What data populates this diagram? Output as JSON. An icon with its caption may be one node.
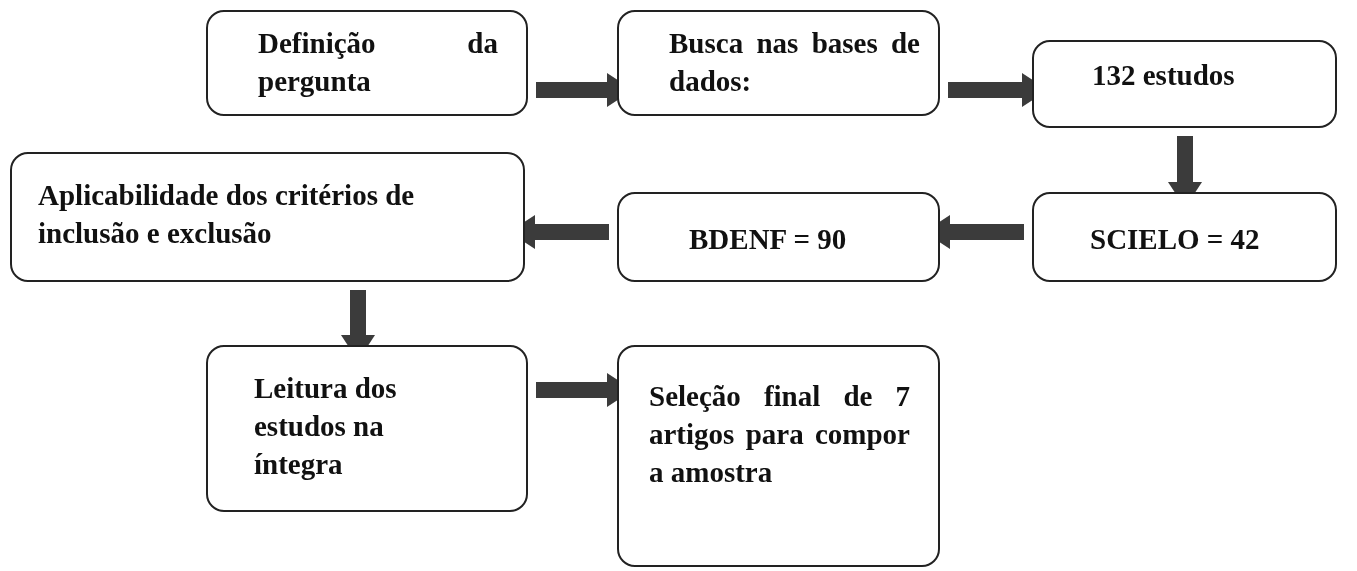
{
  "diagram": {
    "nodes": [
      {
        "text": [
          "Definição da pergunta"
        ]
      },
      {
        "text": [
          "Busca nas bases de dados:"
        ]
      },
      {
        "text": [
          "132 estudos"
        ]
      },
      {
        "text": [
          "SCIELO = 42"
        ]
      },
      {
        "text": [
          "BDENF = 90"
        ]
      },
      {
        "text": [
          "Aplicabilidade dos critérios de inclusão e exclusão"
        ]
      },
      {
        "text": [
          "Leitura dos estudos na íntegra"
        ]
      },
      {
        "text": [
          "Seleção final de 7 artigos para compor a amostra"
        ]
      }
    ],
    "edges": [
      {
        "from": 0,
        "to": 1,
        "arrow": "to"
      },
      {
        "from": 1,
        "to": 2,
        "arrow": "to"
      },
      {
        "from": 2,
        "to": 3,
        "arrow": "to"
      },
      {
        "from": 3,
        "to": 4,
        "arrow": "to"
      },
      {
        "from": 4,
        "to": 5,
        "arrow": "to"
      },
      {
        "from": 5,
        "to": 6,
        "arrow": "to"
      },
      {
        "from": 6,
        "to": 7,
        "arrow": "to"
      }
    ]
  }
}
